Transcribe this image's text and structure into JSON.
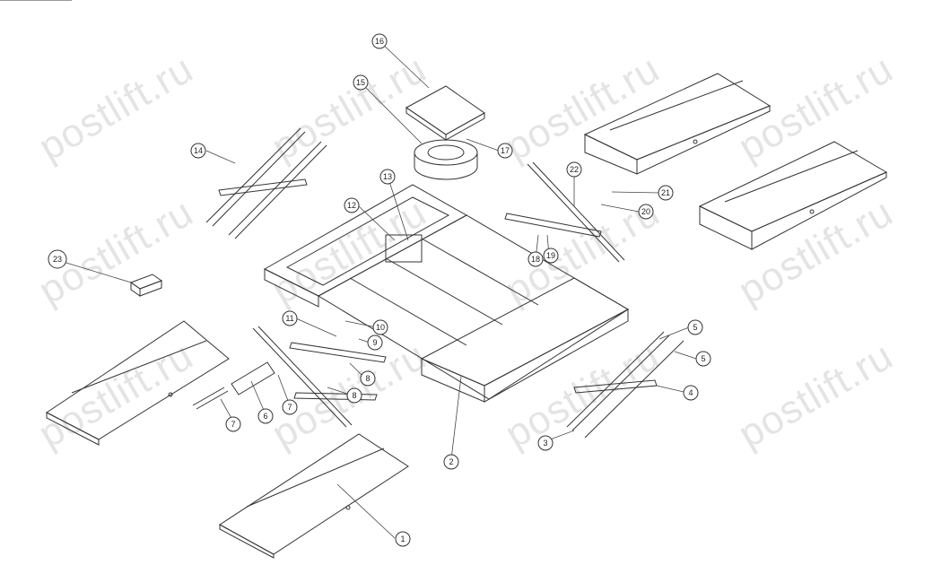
{
  "watermark": "postlift.ru",
  "callouts": [
    "1",
    "2",
    "3",
    "4",
    "5",
    "5",
    "6",
    "7",
    "7",
    "8",
    "8",
    "9",
    "10",
    "11",
    "12",
    "13",
    "14",
    "15",
    "16",
    "17",
    "18",
    "19",
    "20",
    "21",
    "22",
    "23"
  ]
}
